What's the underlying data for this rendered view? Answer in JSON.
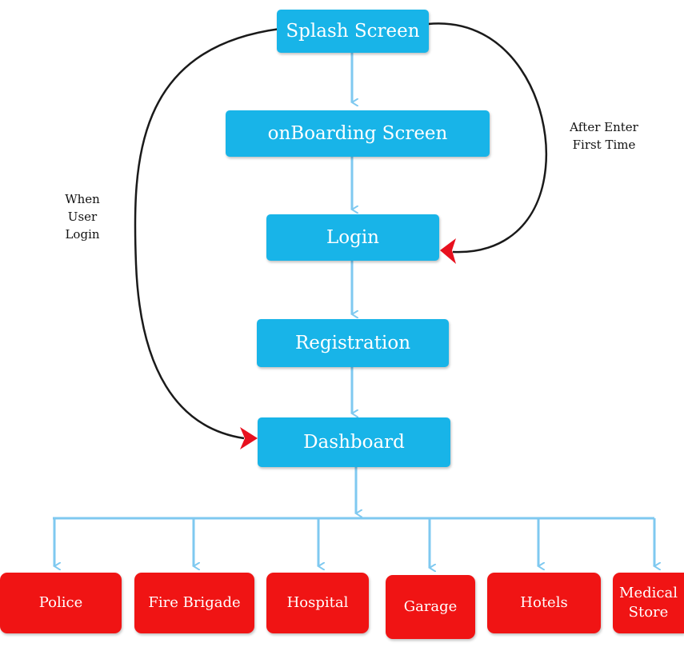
{
  "nodes": {
    "splash": "Splash Screen",
    "onboarding": "onBoarding Screen",
    "login": "Login",
    "registration": "Registration",
    "dashboard": "Dashboard"
  },
  "services": [
    {
      "label": "Police"
    },
    {
      "label": "Fire Brigade"
    },
    {
      "label": "Hospital"
    },
    {
      "label": "Garage"
    },
    {
      "label": "Hotels"
    },
    {
      "label_lines": [
        "Medical",
        "Store"
      ]
    }
  ],
  "annotations": {
    "when_user_login": [
      "When",
      "User",
      "Login"
    ],
    "after_enter_first_time": [
      "After Enter",
      "First Time"
    ]
  },
  "colors": {
    "screen_node": "#18b4e8",
    "service_node": "#f01414",
    "flow_arrow": "#7fc9f0",
    "redirect_arrowhead": "#e8101e"
  }
}
